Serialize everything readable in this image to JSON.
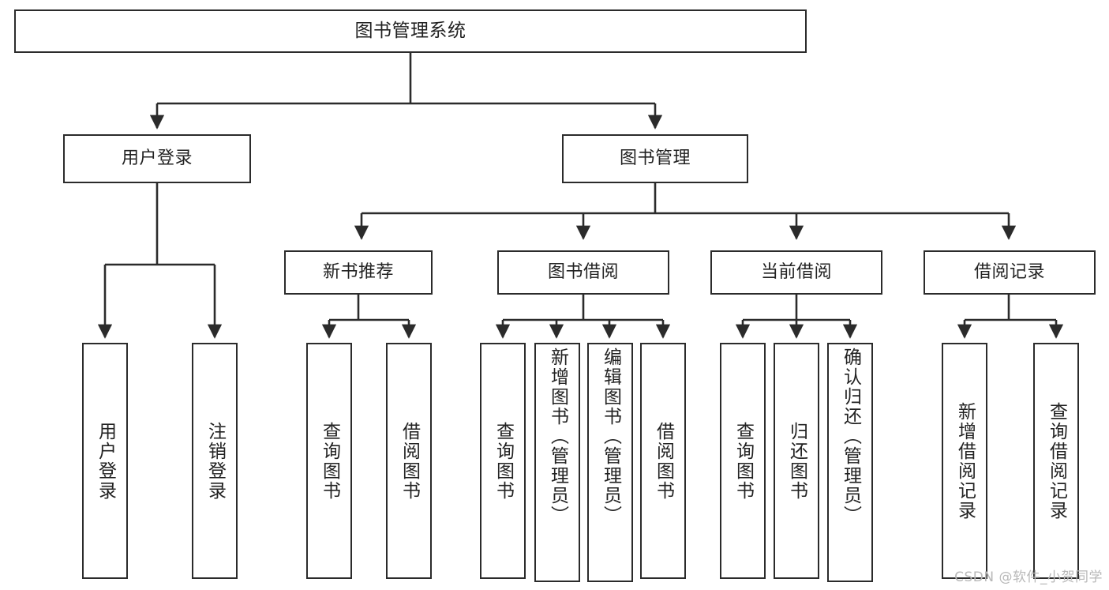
{
  "diagram": {
    "title": "图书管理系统",
    "type": "tree",
    "watermark": "CSDN @软件_小贺同学",
    "colors": {
      "stroke": "#2b2b2b",
      "fill": "#ffffff",
      "text": "#222222",
      "watermark": "#b8b8b8"
    },
    "levels": {
      "root": {
        "label": "图书管理系统"
      },
      "level1": [
        {
          "label": "用户登录"
        },
        {
          "label": "图书管理"
        }
      ],
      "level2": [
        {
          "label": "新书推荐"
        },
        {
          "label": "图书借阅"
        },
        {
          "label": "当前借阅"
        },
        {
          "label": "借阅记录"
        }
      ],
      "leaves_user_login": [
        {
          "label": "用户登录"
        },
        {
          "label": "注销登录"
        }
      ],
      "leaves_new_books": [
        {
          "label": "查询图书"
        },
        {
          "label": "借阅图书"
        }
      ],
      "leaves_borrow": [
        {
          "label": "查询图书"
        },
        {
          "label": "新增图书（管理员）"
        },
        {
          "label": "编辑图书（管理员）"
        },
        {
          "label": "借阅图书"
        }
      ],
      "leaves_current": [
        {
          "label": "查询图书"
        },
        {
          "label": "归还图书"
        },
        {
          "label": "确认归还（管理员）"
        }
      ],
      "leaves_records": [
        {
          "label": "新增借阅记录"
        },
        {
          "label": "查询借阅记录"
        }
      ]
    }
  }
}
